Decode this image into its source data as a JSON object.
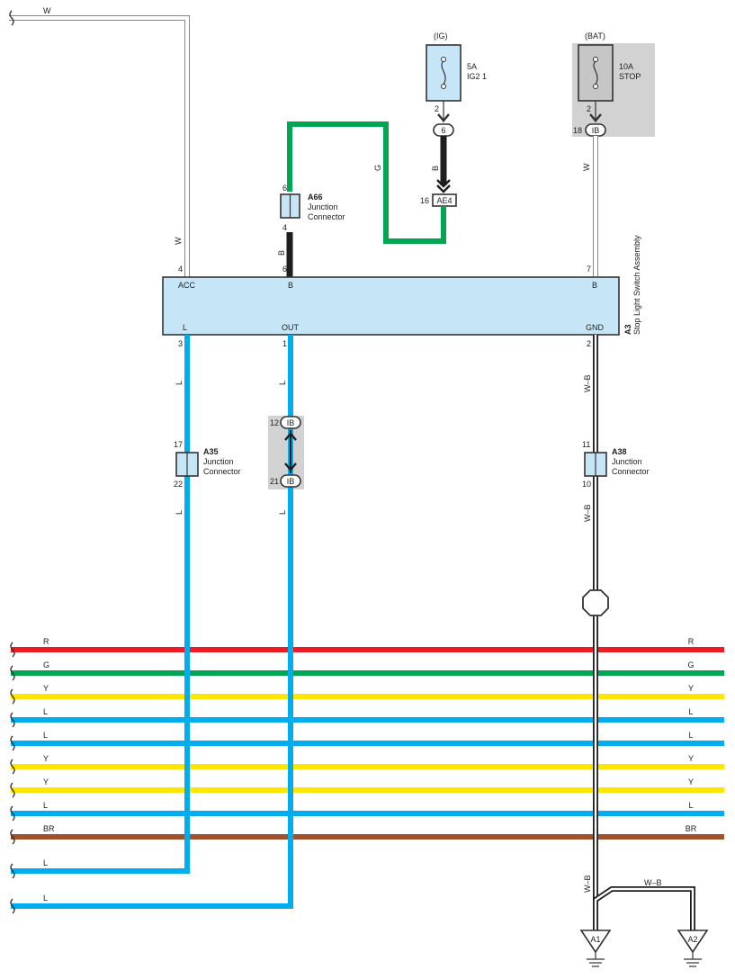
{
  "colors": {
    "white_wire": "#ffffff",
    "wire_edge": "#888888",
    "black_wire": "#1e1e1e",
    "green_wire": "#00a651",
    "blue_wire": "#00aeef",
    "red_wire": "#ed1c24",
    "yellow_wire": "#ffe600",
    "brown_wire": "#a0522d",
    "component_fill": "#c6e6f7",
    "shade": "#d2d2d2"
  },
  "top_wire": {
    "label": "W"
  },
  "fuses": {
    "ig": {
      "power": "(IG)",
      "rating": "5A",
      "name": "IG2 1",
      "pin": "2"
    },
    "bat": {
      "power": "(BAT)",
      "rating": "10A",
      "name": "STOP",
      "pin": "2"
    }
  },
  "connectors": {
    "ig_c6": {
      "label": "6"
    },
    "ib_18": {
      "label": "IB",
      "pin": "18"
    },
    "ae4": {
      "label": "AE4",
      "pin": "16"
    },
    "ib_12": {
      "label": "IB",
      "pin": "12"
    },
    "ib_21": {
      "label": "IB",
      "pin": "21"
    }
  },
  "junctions": {
    "a66": {
      "code": "A66",
      "line1": "Junction",
      "line2": "Connector",
      "pin_top": "6",
      "pin_bottom": "4"
    },
    "a35": {
      "code": "A35",
      "line1": "Junction",
      "line2": "Connector",
      "pin_top": "17",
      "pin_bottom": "22"
    },
    "a38": {
      "code": "A38",
      "line1": "Junction",
      "line2": "Connector",
      "pin_top": "11",
      "pin_bottom": "10"
    }
  },
  "assembly": {
    "code": "A3",
    "name": "Stop Light Switch Assembly",
    "top_terminals": [
      {
        "name": "ACC",
        "pin": "4"
      },
      {
        "name": "B",
        "pin": "6"
      },
      {
        "name": "B",
        "pin": "7"
      }
    ],
    "bottom_terminals": [
      {
        "name": "L",
        "pin": "3"
      },
      {
        "name": "OUT",
        "pin": "1"
      },
      {
        "name": "GND",
        "pin": "2"
      }
    ]
  },
  "wire_labels": {
    "acc": "W",
    "g": "G",
    "b_to_ae4": "B",
    "a66_to_b": "B",
    "bat_w": "W",
    "l_upper": "L",
    "l_lower": "L",
    "out_upper": "L",
    "out_lower": "L",
    "gnd_upper": "W–B",
    "gnd_mid": "W–B",
    "gnd_lower": "W–B",
    "gnd_branch": "W–B"
  },
  "bus": [
    {
      "left": "R",
      "right": "R",
      "color": "#ed1c24"
    },
    {
      "left": "G",
      "right": "G",
      "color": "#00a651"
    },
    {
      "left": "Y",
      "right": "Y",
      "color": "#ffe600"
    },
    {
      "left": "L",
      "right": "L",
      "color": "#00aeef"
    },
    {
      "left": "L",
      "right": "L",
      "color": "#00aeef"
    },
    {
      "left": "Y",
      "right": "Y",
      "color": "#ffe600"
    },
    {
      "left": "Y",
      "right": "Y",
      "color": "#ffe600"
    },
    {
      "left": "L",
      "right": "L",
      "color": "#00aeef"
    },
    {
      "left": "BR",
      "right": "BR",
      "color": "#a0522d"
    }
  ],
  "bottom_wires": [
    {
      "label": "L"
    },
    {
      "label": "L"
    }
  ],
  "grounds": [
    {
      "label": "A1"
    },
    {
      "label": "A2"
    }
  ]
}
